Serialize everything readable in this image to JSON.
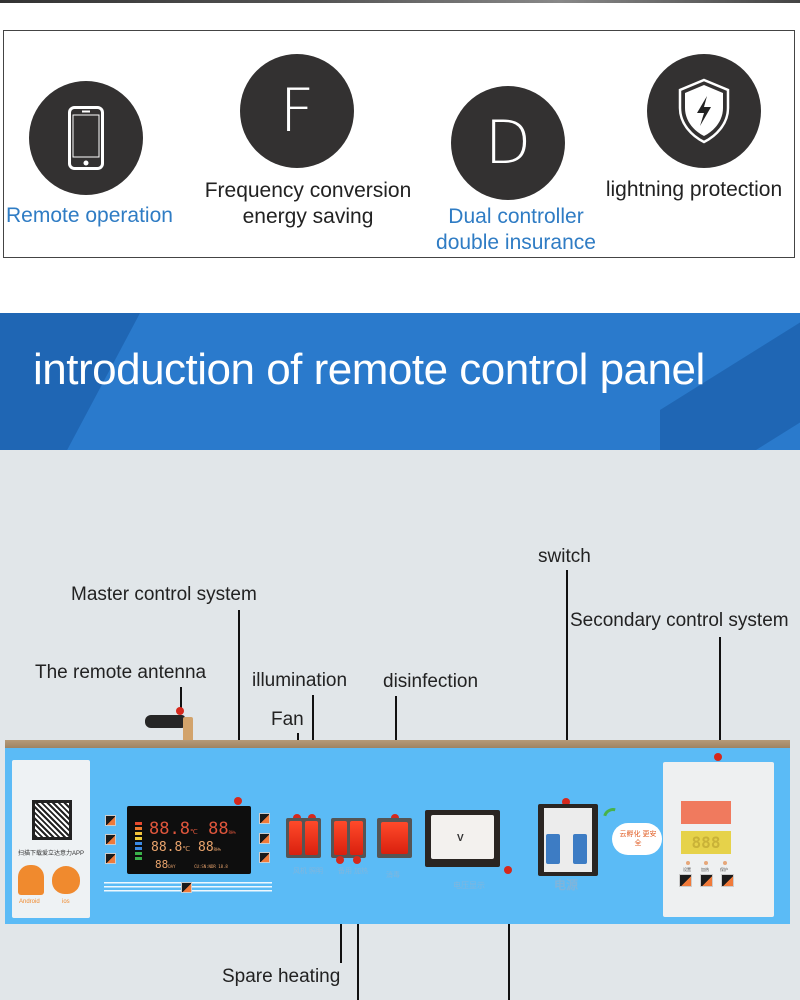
{
  "features": [
    {
      "icon": "smartphone-icon",
      "label_lines": [
        "Remote operation"
      ],
      "label_color": "#2f7cc4"
    },
    {
      "icon": "letter-f-icon",
      "glyph": "F",
      "label_lines": [
        "Frequency conversion",
        "energy saving"
      ],
      "label_color": "#222222"
    },
    {
      "icon": "letter-d-icon",
      "glyph": "D",
      "label_lines": [
        "Dual controller",
        "double insurance"
      ],
      "label_color": "#2f7cc4"
    },
    {
      "icon": "lightning-shield-icon",
      "label_lines": [
        "lightning protection"
      ],
      "label_color": "#222222"
    }
  ],
  "banner": {
    "title": "introduction of remote control panel",
    "color": "#2a7acc"
  },
  "callouts": {
    "switch": "switch",
    "master_control": "Master control system",
    "secondary_control": "Secondary control system",
    "remote_antenna": "The remote antenna",
    "illumination": "illumination",
    "disinfection": "disinfection",
    "fan": "Fan",
    "spare_heating": "Spare heating"
  },
  "device": {
    "app_card": {
      "scan_text": "扫描下载爱立达意力APP",
      "android_label": "Android",
      "ios_label": "ios"
    },
    "lcd": {
      "row1_temp": "88.8",
      "row1_unit": "℃",
      "row1_hum": "88",
      "row1_hum_unit": "RH%",
      "row2_temp": "88.8",
      "row2_unit": "℃",
      "row2_hum": "88",
      "row2_hum_unit": "RH%",
      "row3_num": "88",
      "row3_unit": "DAY",
      "row3_extra": "CU:SN:NDR 18.8"
    },
    "switch_labels": {
      "fan_light": "风机 照明",
      "spare_heat": "备用 加热",
      "disinfect": "消毒"
    },
    "meter_label": "电压显示",
    "meter_unit": "V",
    "breaker_label": "电源",
    "cloud_text": "云孵化 更安全",
    "secondary": {
      "display2": "888",
      "led_labels": [
        "设置",
        "加热",
        "保护"
      ]
    }
  },
  "colors": {
    "panel_blue": "#5bbbf6",
    "banner_blue": "#2a7acc",
    "accent_blue_text": "#2f7cc4",
    "callout_dot": "#d5281c",
    "background_gray": "#e1e6e9"
  }
}
